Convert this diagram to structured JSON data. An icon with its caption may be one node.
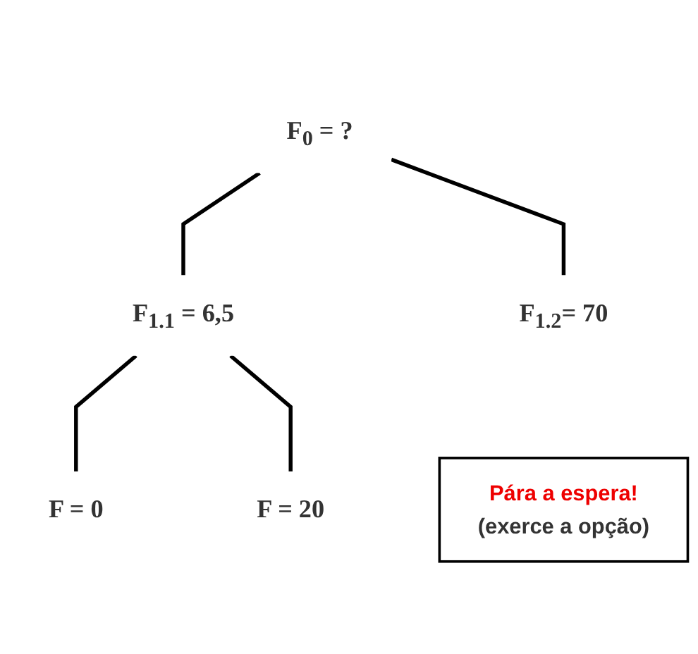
{
  "diagram": {
    "nodes": [
      {
        "text": [
          "F$_{0}$ = ?"
        ]
      },
      {
        "text": [
          "F$_{1.1}$ = 6,5"
        ]
      },
      {
        "text": [
          "F$_{1.2}$= 70"
        ]
      },
      {
        "text": [
          "Pára a espera!",
          "(exerce a opção)"
        ]
      },
      {
        "text": [
          "F = 0"
        ]
      },
      {
        "text": [
          "F = 20"
        ]
      }
    ],
    "edges": [
      {
        "from": 0,
        "to": 1,
        "arrow": "none"
      },
      {
        "from": 0,
        "to": 2,
        "arrow": "none"
      },
      {
        "from": 1,
        "to": 4,
        "arrow": "none"
      },
      {
        "from": 1,
        "to": 5,
        "arrow": "none"
      }
    ]
  }
}
